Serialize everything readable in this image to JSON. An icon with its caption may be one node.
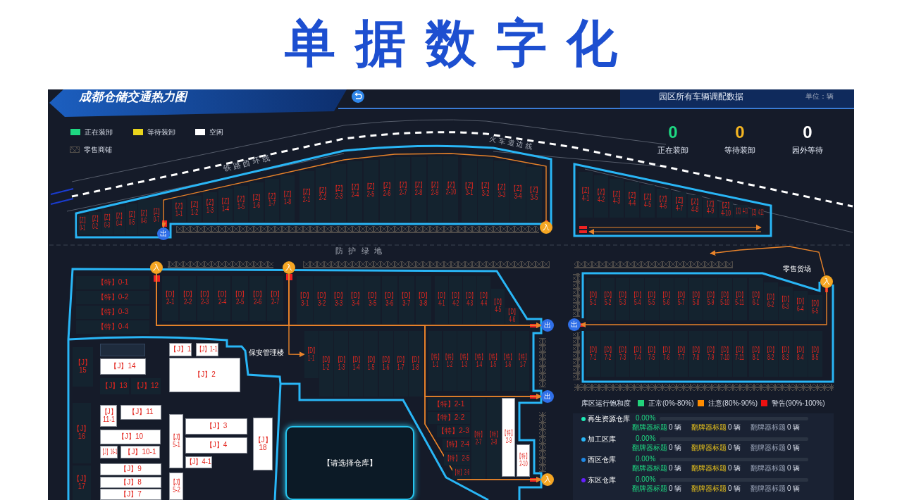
{
  "diagram": {
    "title": "单据数字化",
    "nodes": [
      {
        "text": [
          "【Z】 0-1"
        ]
      },
      {
        "text": [
          "【Z】 0-2"
        ]
      },
      {
        "text": [
          "【Z】 0-3"
        ]
      },
      {
        "text": [
          "【Z】 0-4"
        ]
      },
      {
        "text": [
          "【Z】 0-5"
        ]
      },
      {
        "text": [
          "【Z】 0-6"
        ]
      },
      {
        "text": [
          "【Z】 0-7"
        ]
      },
      {
        "text": [
          "【Z】 1-1"
        ]
      },
      {
        "text": [
          "【Z】 1-2"
        ]
      },
      {
        "text": [
          "【Z】 1-3"
        ]
      },
      {
        "text": [
          "【Z】 1-4"
        ]
      },
      {
        "text": [
          "【Z】 1-5"
        ]
      },
      {
        "text": [
          "【Z】 1-6"
        ]
      },
      {
        "text": [
          "【Z】 1-7"
        ]
      },
      {
        "text": [
          "【Z】 1-8"
        ]
      },
      {
        "text": [
          "【Z】 2-1"
        ]
      },
      {
        "text": [
          "【Z】 2-2"
        ]
      },
      {
        "text": [
          "【Z】 2-3"
        ]
      },
      {
        "text": [
          "【Z】 2-4"
        ]
      },
      {
        "text": [
          "【Z】 2-5"
        ]
      },
      {
        "text": [
          "【Z】 2-6"
        ]
      },
      {
        "text": [
          "【Z】 2-7"
        ]
      },
      {
        "text": [
          "【Z】 2-8"
        ]
      },
      {
        "text": [
          "【Z】 2-9"
        ]
      },
      {
        "text": [
          "【Z】 2-10"
        ]
      },
      {
        "text": [
          "【Z】 3-1"
        ]
      },
      {
        "text": [
          "【Z】 3-2"
        ]
      },
      {
        "text": [
          "【Z】 3-3"
        ]
      },
      {
        "text": [
          "【Z】 3-4"
        ]
      },
      {
        "text": [
          "【Z】 3-5"
        ]
      },
      {
        "text": [
          "出"
        ]
      },
      {
        "text": [
          "入"
        ]
      },
      {
        "text": [
          "【Z】 4-1"
        ]
      },
      {
        "text": [
          "【Z】 4-2"
        ]
      },
      {
        "text": [
          "【Z】 4-3"
        ]
      },
      {
        "text": [
          "【Z】 4-4"
        ]
      },
      {
        "text": [
          "【Z】 4-5"
        ]
      },
      {
        "text": [
          "【Z】 4-6"
        ]
      },
      {
        "text": [
          "【Z】 4-7"
        ]
      },
      {
        "text": [
          "【Z】 4-8"
        ]
      },
      {
        "text": [
          "【Z】 4-9"
        ]
      },
      {
        "text": [
          "【Z】 4-10"
        ]
      },
      {
        "text": [
          "【Z】 4-11"
        ]
      },
      {
        "text": [
          "【Z】 4-12"
        ]
      },
      {
        "text": [
          "入"
        ]
      },
      {
        "text": [
          "入"
        ]
      },
      {
        "text": [
          "【特】0-1"
        ]
      },
      {
        "text": [
          "【特】0-2"
        ]
      },
      {
        "text": [
          "【特】0-3"
        ]
      },
      {
        "text": [
          "【特】0-4"
        ]
      },
      {
        "text": [
          "【D】 2-1"
        ]
      },
      {
        "text": [
          "【D】 2-2"
        ]
      },
      {
        "text": [
          "【D】 2-3"
        ]
      },
      {
        "text": [
          "【D】 2-4"
        ]
      },
      {
        "text": [
          "【D】 2-5"
        ]
      },
      {
        "text": [
          "【D】 2-6"
        ]
      },
      {
        "text": [
          "【D】 2-7"
        ]
      },
      {
        "text": [
          "【D】 3-1"
        ]
      },
      {
        "text": [
          "【D】 3-2"
        ]
      },
      {
        "text": [
          "【D】 3-3"
        ]
      },
      {
        "text": [
          "【D】 3-4"
        ]
      },
      {
        "text": [
          "【D】 3-5"
        ]
      },
      {
        "text": [
          "【D】 3-6"
        ]
      },
      {
        "text": [
          "【D】 3-7"
        ]
      },
      {
        "text": [
          "【D】 3-8"
        ]
      },
      {
        "text": [
          "【D】 4-1"
        ]
      },
      {
        "text": [
          "【D】 4-2"
        ]
      },
      {
        "text": [
          "【D】 4-3"
        ]
      },
      {
        "text": [
          "【D】 4-4"
        ]
      },
      {
        "text": [
          "【D】 4-5"
        ]
      },
      {
        "text": [
          "【D】 4-6"
        ]
      },
      {
        "text": [
          "出"
        ]
      },
      {
        "text": [
          "【D】 1-1"
        ]
      },
      {
        "text": [
          "【D】 1-2"
        ]
      },
      {
        "text": [
          "【D】 1-3"
        ]
      },
      {
        "text": [
          "【D】 1-4"
        ]
      },
      {
        "text": [
          "【D】 1-5"
        ]
      },
      {
        "text": [
          "【D】 1-6"
        ]
      },
      {
        "text": [
          "【D】 1-7"
        ]
      },
      {
        "text": [
          "【D】 1-8"
        ]
      },
      {
        "text": [
          "【特】 1-1"
        ]
      },
      {
        "text": [
          "【特】 1-2"
        ]
      },
      {
        "text": [
          "【特】 1-3"
        ]
      },
      {
        "text": [
          "【特】 1-4"
        ]
      },
      {
        "text": [
          "【特】 1-5"
        ]
      },
      {
        "text": [
          "【特】 1-6"
        ]
      },
      {
        "text": [
          "【特】 1-7"
        ]
      },
      {
        "text": [
          "出"
        ]
      },
      {
        "text": [
          "【特】2-1"
        ]
      },
      {
        "text": [
          "【特】2-2"
        ]
      },
      {
        "text": [
          "【特】2-3"
        ]
      },
      {
        "text": [
          "【特】2-4"
        ]
      },
      {
        "text": [
          "【特】 2-5"
        ]
      },
      {
        "text": [
          "【特】 2-6"
        ]
      },
      {
        "text": [
          "【特】 2-7"
        ]
      },
      {
        "text": [
          "【特】 2-8"
        ]
      },
      {
        "text": [
          "【特】 2-9"
        ]
      },
      {
        "text": [
          "【特】 2-10"
        ]
      },
      {
        "text": [
          "入"
        ]
      },
      {
        "text": [],
        "shape": "box"
      },
      {
        "text": [
          "【J】1"
        ]
      },
      {
        "text": [
          "【J】1-1"
        ]
      },
      {
        "text": [
          "【J】15"
        ]
      },
      {
        "text": [
          "【J】14"
        ]
      },
      {
        "text": [
          "【J】2"
        ]
      },
      {
        "text": [
          "【J】13"
        ]
      },
      {
        "text": [
          "【J】12"
        ]
      },
      {
        "text": [
          "【J】16"
        ]
      },
      {
        "text": [
          "【J】 11-1"
        ]
      },
      {
        "text": [
          "【J】11"
        ]
      },
      {
        "text": [
          "【J】 5-1"
        ]
      },
      {
        "text": [
          "【J】3"
        ]
      },
      {
        "text": [
          "【J】18"
        ]
      },
      {
        "text": [
          "【J】10"
        ]
      },
      {
        "text": [
          "【J】4"
        ]
      },
      {
        "text": [
          "【J】 16-1"
        ]
      },
      {
        "text": [
          "【J】10-1"
        ]
      },
      {
        "text": [
          "【J】4-1"
        ]
      },
      {
        "text": [
          "【J】9"
        ]
      },
      {
        "text": [
          "【J】17"
        ]
      },
      {
        "text": [
          "【J】8"
        ]
      },
      {
        "text": [
          "【J】 5-2"
        ]
      },
      {
        "text": [
          "【J】7"
        ]
      },
      {
        "text": [
          "【请选择仓库】"
        ]
      },
      {
        "text": [
          "入"
        ]
      },
      {
        "text": [
          "【D】 5-1"
        ]
      },
      {
        "text": [
          "【D】 5-2"
        ]
      },
      {
        "text": [
          "【D】 5-3"
        ]
      },
      {
        "text": [
          "【D】 5-4"
        ]
      },
      {
        "text": [
          "【D】 5-5"
        ]
      },
      {
        "text": [
          "【D】 5-6"
        ]
      },
      {
        "text": [
          "【D】 5-7"
        ]
      },
      {
        "text": [
          "【D】 5-8"
        ]
      },
      {
        "text": [
          "【D】 5-9"
        ]
      },
      {
        "text": [
          "【D】 5-10"
        ]
      },
      {
        "text": [
          "【D】 5-11"
        ]
      },
      {
        "text": [
          "【D】 6-1"
        ]
      },
      {
        "text": [
          "【D】 6-2"
        ]
      },
      {
        "text": [
          "【D】 6-3"
        ]
      },
      {
        "text": [
          "【D】 6-4"
        ]
      },
      {
        "text": [
          "【D】 6-5"
        ]
      },
      {
        "text": [
          "出"
        ]
      },
      {
        "text": [
          "【D】 7-1"
        ]
      },
      {
        "text": [
          "【D】 7-2"
        ]
      },
      {
        "text": [
          "【D】 7-3"
        ]
      },
      {
        "text": [
          "【D】 7-4"
        ]
      },
      {
        "text": [
          "【D】 7-5"
        ]
      },
      {
        "text": [
          "【D】 7-6"
        ]
      },
      {
        "text": [
          "【D】 7-7"
        ]
      },
      {
        "text": [
          "【D】 7-8"
        ]
      },
      {
        "text": [
          "【D】 7-9"
        ]
      },
      {
        "text": [
          "【D】 7-10"
        ]
      },
      {
        "text": [
          "【D】 7-11"
        ]
      },
      {
        "text": [
          "【D】 8-1"
        ]
      },
      {
        "text": [
          "【D】 8-2"
        ]
      },
      {
        "text": [
          "【D】 8-3"
        ]
      },
      {
        "text": [
          "【D】 8-4"
        ]
      },
      {
        "text": [
          "【D】 8-5"
        ]
      }
    ],
    "edges": [
      {
        "from": 31,
        "to": 30,
        "arrow": "to"
      },
      {
        "from": 44,
        "to": 71,
        "arrow": "to"
      },
      {
        "from": 44,
        "to": 87,
        "arrow": "to"
      },
      {
        "from": 44,
        "to": 98,
        "arrow": "to"
      },
      {
        "from": 45,
        "to": 71,
        "arrow": "to"
      },
      {
        "from": 45,
        "to": 87,
        "arrow": "to"
      },
      {
        "from": 45,
        "to": 98,
        "arrow": "to"
      },
      {
        "from": 45,
        "to": 72,
        "arrow": "to"
      },
      {
        "from": 124,
        "to": 141,
        "arrow": "to"
      },
      {
        "from": 124,
        "to": null,
        "arrow": "to"
      }
    ],
    "labels": [
      "成都仓储交通热力图",
      "园区所有车辆调配数据",
      "单位：辆",
      "0",
      "0",
      "0",
      "正在装卸",
      "等待装卸",
      "园外等待",
      "火 车 道 边 线",
      "铁 路 西 环 线",
      "防 护 绿 地",
      "零售货场",
      "保安管理楼",
      "库区运行饱和度",
      "再生资源仓库",
      "0.00%",
      "翻牌器标题",
      "0 辆",
      "翻牌器标题",
      "0 辆",
      "翻牌器标题",
      "0 辆",
      "加工区库",
      "0.00%",
      "翻牌器标题",
      "0 辆",
      "翻牌器标题",
      "0 辆",
      "翻牌器标题",
      "0 辆",
      "西区仓库",
      "0.00%",
      "翻牌器标题",
      "0 辆",
      "翻牌器标题",
      "0 辆",
      "翻牌器标题",
      "0 辆",
      "东区仓库",
      "0.00%",
      "翻牌器标题",
      "0 辆",
      "翻牌器标题",
      "0 辆",
      "翻牌器标题",
      "0 辆"
    ],
    "legend": [
      {
        "text": "正在装卸",
        "color": "#1ed882"
      },
      {
        "text": "等待装卸",
        "color": "#e8d41c"
      },
      {
        "text": "空闲",
        "color": "#ffffff"
      },
      {
        "text": "零售商铺"
      },
      {
        "text": "正常(0%-80%)",
        "color": "#22d17a"
      },
      {
        "text": "注意(80%-90%)",
        "color": "#ff8c00"
      },
      {
        "text": "警告(90%-100%)",
        "color": "#ee1111"
      }
    ]
  }
}
